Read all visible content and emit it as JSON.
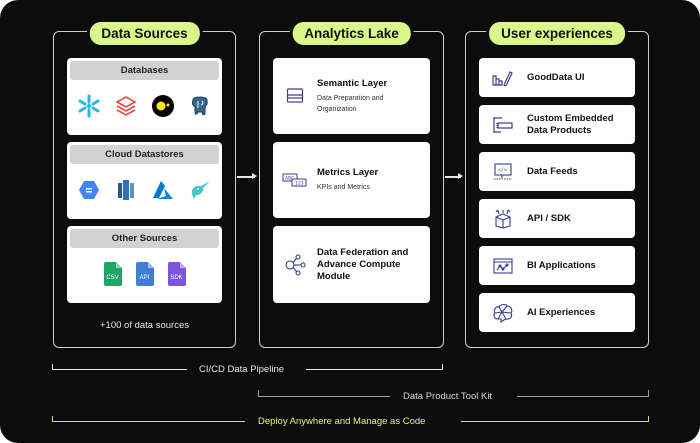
{
  "columns": {
    "sources": {
      "title": "Data Sources",
      "groups": [
        {
          "title": "Databases",
          "icons": [
            "snowflake-icon",
            "databricks-icon",
            "clickhouse-icon",
            "postgresql-icon"
          ]
        },
        {
          "title": "Cloud Datastores",
          "icons": [
            "bigquery-icon",
            "redshift-icon",
            "azure-icon",
            "narwhal-icon"
          ]
        },
        {
          "title": "Other Sources",
          "icons": [
            "csv-file-icon",
            "api-file-icon",
            "sdk-file-icon"
          ],
          "file_labels": [
            "CSV",
            "API",
            "SDK"
          ]
        }
      ],
      "footer": "+100 of data sources"
    },
    "lake": {
      "title": "Analytics Lake",
      "cards": [
        {
          "title": "Semantic Layer",
          "subtitle": "Data Preparation and Organization",
          "icon": "layers-icon"
        },
        {
          "title": "Metrics Layer",
          "subtitle": "KPIs and Metrics",
          "icon": "metrics-icon",
          "icon_text": [
            "ABC",
            "123"
          ]
        },
        {
          "title": "Data Federation and Advance Compute Module",
          "subtitle": "",
          "icon": "federation-icon"
        }
      ]
    },
    "ux": {
      "title": "User experiences",
      "items": [
        {
          "label": "GoodData UI",
          "icon": "chart-pen-icon"
        },
        {
          "label": "Custom Embedded Data Products",
          "icon": "embed-layout-icon"
        },
        {
          "label": "Data Feeds",
          "icon": "code-monitor-icon",
          "icon_text": "</>"
        },
        {
          "label": "API / SDK",
          "icon": "package-icon"
        },
        {
          "label": "BI Applications",
          "icon": "line-chart-window-icon"
        },
        {
          "label": "AI Experiences",
          "icon": "brain-icon"
        }
      ]
    }
  },
  "brackets": {
    "pipeline": "CI/CD Data Pipeline",
    "toolkit": "Data Product Tool Kit",
    "deploy": "Deploy Anywhere and Manage as Code"
  },
  "colors": {
    "background": "#0c0c0c",
    "pill": "#d9f78a",
    "accent_icon": "#3b3b8f",
    "deploy_line": "#d9f78a",
    "toolkit_line": "#9a9a9a"
  }
}
